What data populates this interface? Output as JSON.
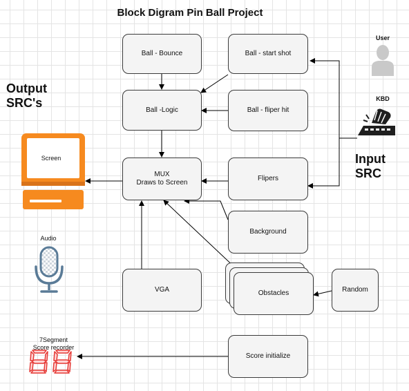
{
  "title": "Block Digram Pin Ball Project",
  "blocks": {
    "ball_bounce": "Ball - Bounce",
    "ball_start_shot": "Ball - start shot",
    "ball_logic": "Ball -Logic",
    "ball_fliper_hit": "Ball - fliper hit",
    "mux": "MUX\nDraws to Screen",
    "flipers": "Flipers",
    "background": "Background",
    "vga": "VGA",
    "obstacles": "Obstacles",
    "random": "Random",
    "score_initialize": "Score initialize"
  },
  "labels": {
    "output": "Output\nSRC's",
    "input": "Input\nSRC",
    "screen": "Screen",
    "audio": "Audio",
    "segment": "7Segment\nScore recorder",
    "user": "User",
    "kbd": "KBD"
  },
  "colors": {
    "accent_orange": "#f68a1f",
    "mic_blue": "#5a7b97",
    "segment_red": "#e53935",
    "user_grey": "#c9c9c9"
  },
  "icons": [
    "computer-icon",
    "microphone-icon",
    "seven-segment-icon",
    "user-icon",
    "keyboard-hand-icon"
  ]
}
